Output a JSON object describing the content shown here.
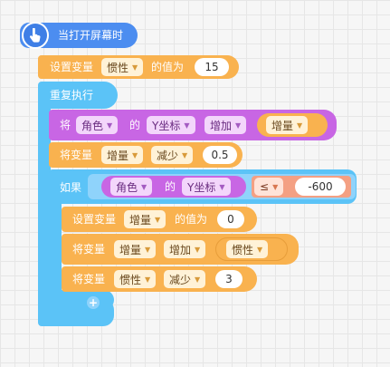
{
  "hat": {
    "label": "当打开屏幕时",
    "icon": "hand-pointer-icon"
  },
  "set_var_1": {
    "prefix": "设置变量",
    "variable": "惯性",
    "mid": "的值为",
    "value": "15"
  },
  "repeat": {
    "label": "重复执行"
  },
  "move_block": {
    "prefix": "将",
    "target": "角色",
    "of": "的",
    "prop": "Y坐标",
    "op": "增加",
    "reporter": "增量"
  },
  "change_var_1": {
    "prefix": "将变量",
    "variable": "增量",
    "op": "减少",
    "value": "0.5"
  },
  "if_block": {
    "label": "如果",
    "target": "角色",
    "of": "的",
    "prop": "Y坐标",
    "cmp": "≤",
    "value": "-600"
  },
  "set_var_2": {
    "prefix": "设置变量",
    "variable": "增量",
    "mid": "的值为",
    "value": "0"
  },
  "change_var_2": {
    "prefix": "将变量",
    "variable": "增量",
    "op": "增加",
    "reporter": "惯性"
  },
  "change_var_3": {
    "prefix": "将变量",
    "variable": "惯性",
    "op": "减少",
    "value": "3"
  },
  "add_button": "+",
  "colors": {
    "hat": "#4c8df0",
    "variable": "#f9b24f",
    "control": "#5bc3f7",
    "motion": "#c866e4"
  }
}
